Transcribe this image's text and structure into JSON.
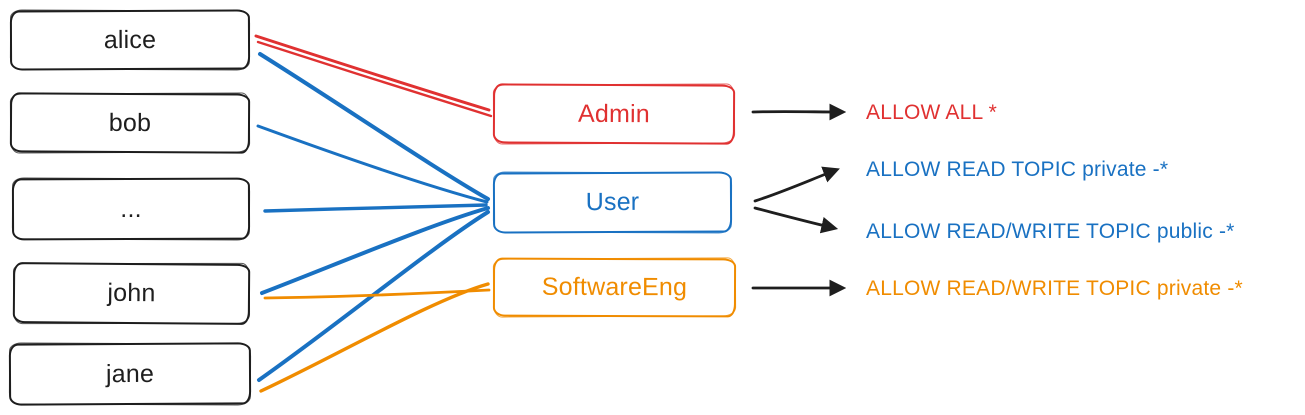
{
  "diagram": {
    "users": [
      {
        "label": "alice"
      },
      {
        "label": "bob"
      },
      {
        "label": "..."
      },
      {
        "label": "john"
      },
      {
        "label": "jane"
      }
    ],
    "roles": [
      {
        "label": "Admin",
        "color": "#e03131"
      },
      {
        "label": "User",
        "color": "#1971c2"
      },
      {
        "label": "SoftwareEng",
        "color": "#f08c00"
      }
    ],
    "permissions": [
      {
        "label": "ALLOW ALL *",
        "color": "#e03131"
      },
      {
        "label": "ALLOW READ TOPIC private -*",
        "color": "#1971c2"
      },
      {
        "label": "ALLOW READ/WRITE TOPIC public -*",
        "color": "#1971c2"
      },
      {
        "label": "ALLOW READ/WRITE TOPIC private -*",
        "color": "#f08c00"
      }
    ],
    "user_role_edges": [
      {
        "from": "alice",
        "to": "Admin",
        "color": "#e03131"
      },
      {
        "from": "alice",
        "to": "User",
        "color": "#1971c2"
      },
      {
        "from": "bob",
        "to": "User",
        "color": "#1971c2"
      },
      {
        "from": "...",
        "to": "User",
        "color": "#1971c2"
      },
      {
        "from": "john",
        "to": "User",
        "color": "#1971c2"
      },
      {
        "from": "john",
        "to": "SoftwareEng",
        "color": "#f08c00"
      },
      {
        "from": "jane",
        "to": "User",
        "color": "#1971c2"
      },
      {
        "from": "jane",
        "to": "SoftwareEng",
        "color": "#f08c00"
      }
    ],
    "role_permission_edges": [
      {
        "from": "Admin",
        "to": "ALLOW ALL *"
      },
      {
        "from": "User",
        "to": "ALLOW READ TOPIC private -*"
      },
      {
        "from": "User",
        "to": "ALLOW READ/WRITE TOPIC public -*"
      },
      {
        "from": "SoftwareEng",
        "to": "ALLOW READ/WRITE TOPIC private -*"
      }
    ],
    "colors": {
      "outline": "#1e1e1e",
      "red": "#e03131",
      "blue": "#1971c2",
      "orange": "#f08c00",
      "background": "#ffffff"
    }
  }
}
